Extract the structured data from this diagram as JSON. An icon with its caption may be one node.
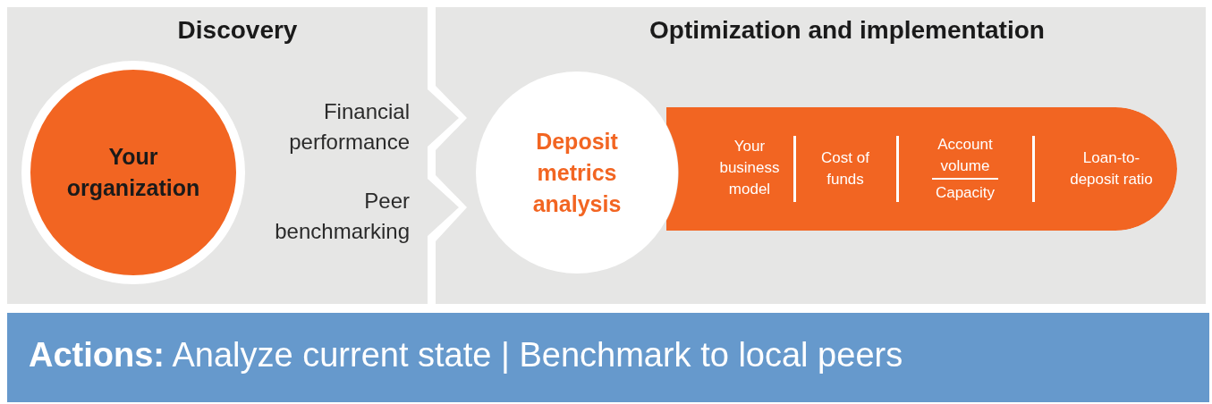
{
  "diagram": {
    "nodes": [
      {
        "text": [
          "Discovery"
        ]
      },
      {
        "text": [
          "Your organization"
        ],
        "in": 0
      },
      {
        "text": [
          "Optimization and implementation"
        ]
      },
      {
        "text": [
          "Deposit metrics analysis"
        ],
        "in": 2
      },
      {
        "text": [
          "Your business model",
          "Cost of funds",
          "Account volume",
          "Capacity",
          "Loan-to-deposit ratio"
        ],
        "in": 2
      },
      {
        "text": [
          "**Actions:** Analyze current state | Benchmark to local peers"
        ]
      }
    ],
    "edges": [],
    "labels": [
      "Financial performance",
      "Peer benchmarking"
    ]
  }
}
